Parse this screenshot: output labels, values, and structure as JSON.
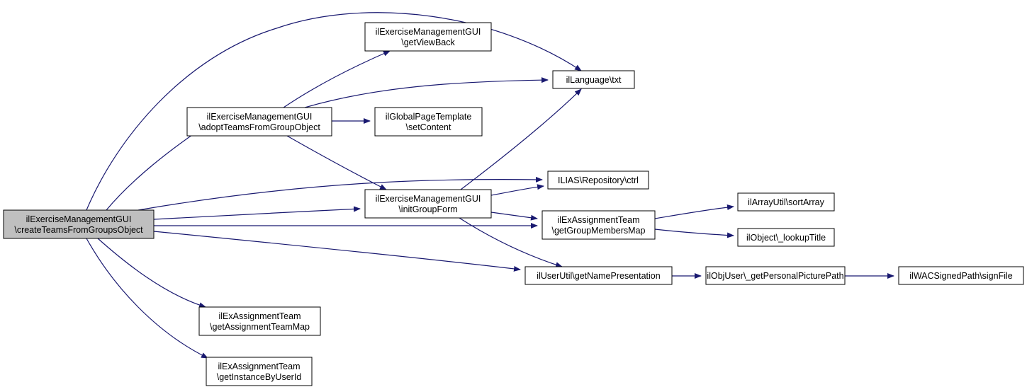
{
  "colors": {
    "edge": "#191970",
    "node_fill": "#ffffff",
    "root_fill": "#bfbfbf",
    "node_border": "#000000"
  },
  "nodes": {
    "root": {
      "lines": [
        "ilExerciseManagementGUI",
        "\\createTeamsFromGroupsObject"
      ]
    },
    "adopt": {
      "lines": [
        "ilExerciseManagementGUI",
        "\\adoptTeamsFromGroupObject"
      ]
    },
    "getviewback": {
      "lines": [
        "ilExerciseManagementGUI",
        "\\getViewBack"
      ]
    },
    "setcontent": {
      "lines": [
        "ilGlobalPageTemplate",
        "\\setContent"
      ]
    },
    "initgroup": {
      "lines": [
        "ilExerciseManagementGUI",
        "\\initGroupForm"
      ]
    },
    "txt": {
      "lines": [
        "ilLanguage\\txt"
      ]
    },
    "ctrl": {
      "lines": [
        "ILIAS\\Repository\\ctrl"
      ]
    },
    "groupmembers": {
      "lines": [
        "ilExAssignmentTeam",
        "\\getGroupMembersMap"
      ]
    },
    "namepres": {
      "lines": [
        "ilUserUtil\\getNamePresentation"
      ]
    },
    "sortarray": {
      "lines": [
        "ilArrayUtil\\sortArray"
      ]
    },
    "lookup": {
      "lines": [
        "ilObject\\_lookupTitle"
      ]
    },
    "picpath": {
      "lines": [
        "ilObjUser\\_getPersonalPicturePath"
      ]
    },
    "signfile": {
      "lines": [
        "ilWACSignedPath\\signFile"
      ]
    },
    "teammap": {
      "lines": [
        "ilExAssignmentTeam",
        "\\getAssignmentTeamMap"
      ]
    },
    "instance": {
      "lines": [
        "ilExAssignmentTeam",
        "\\getInstanceByUserId"
      ]
    }
  },
  "edges": [
    [
      "root",
      "txt"
    ],
    [
      "root",
      "adopt"
    ],
    [
      "root",
      "ctrl"
    ],
    [
      "root",
      "initgroup"
    ],
    [
      "root",
      "groupmembers"
    ],
    [
      "root",
      "namepres"
    ],
    [
      "root",
      "teammap"
    ],
    [
      "root",
      "instance"
    ],
    [
      "adopt",
      "getviewback"
    ],
    [
      "adopt",
      "txt"
    ],
    [
      "adopt",
      "setcontent"
    ],
    [
      "adopt",
      "initgroup"
    ],
    [
      "initgroup",
      "txt"
    ],
    [
      "initgroup",
      "ctrl"
    ],
    [
      "initgroup",
      "groupmembers"
    ],
    [
      "initgroup",
      "namepres"
    ],
    [
      "groupmembers",
      "sortarray"
    ],
    [
      "groupmembers",
      "lookup"
    ],
    [
      "namepres",
      "picpath"
    ],
    [
      "picpath",
      "signfile"
    ]
  ]
}
